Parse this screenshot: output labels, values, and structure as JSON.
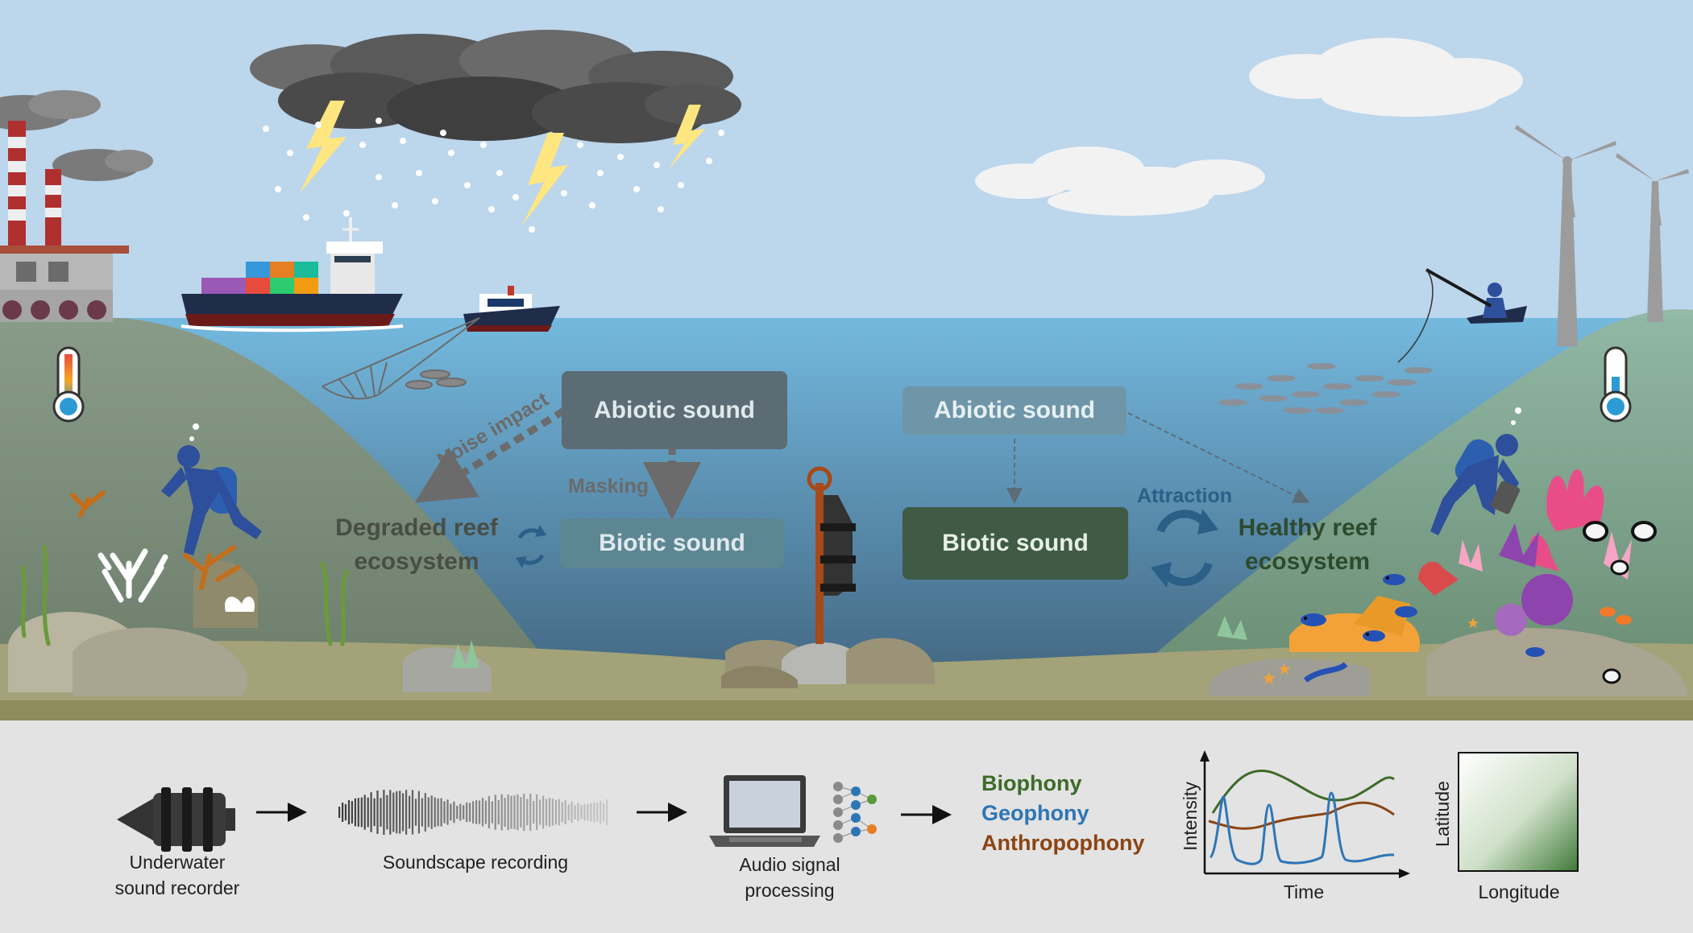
{
  "colors": {
    "sky": "#bcd6ec",
    "ocean_top": "#74b9de",
    "ocean_bottom": "#3e5f78",
    "seabed": "#a3a278",
    "bottom_panel": "#e3e3e3",
    "abiotic_degraded": "#5b6c74",
    "biotic_degraded": "#5d8693",
    "abiotic_healthy": "#6f96a8",
    "biotic_healthy": "#3f5a45",
    "biophony": "#3d6b2a",
    "geophony": "#2e75b6",
    "anthropophony": "#8b4513"
  },
  "degraded": {
    "abiotic": "Abiotic sound",
    "biotic": "Biotic sound",
    "noise_impact": "Noise impact",
    "masking": "Masking",
    "ecosystem_line1": "Degraded reef",
    "ecosystem_line2": "ecosystem"
  },
  "healthy": {
    "abiotic": "Abiotic sound",
    "biotic": "Biotic sound",
    "attraction": "Attraction",
    "ecosystem_line1": "Healthy reef",
    "ecosystem_line2": "ecosystem"
  },
  "workflow": {
    "recorder_line1": "Underwater",
    "recorder_line2": "sound recorder",
    "recording": "Soundscape recording",
    "processing_line1": "Audio signal",
    "processing_line2": "processing",
    "legend": [
      "Biophony",
      "Geophony",
      "Anthropophony"
    ],
    "intensity_chart": {
      "ylabel": "Intensity",
      "xlabel": "Time"
    },
    "map_chart": {
      "ylabel": "Latitude",
      "xlabel": "Longitude"
    }
  },
  "icons": [
    "factory-icon",
    "storm-cloud-icon",
    "cargo-ship-icon",
    "fishing-boat-icon",
    "fishing-net-icon",
    "thermometer-icon",
    "diver-icon",
    "hydrophone-icon",
    "wind-turbine-icon",
    "kayak-fisher-icon",
    "fish-school-icon",
    "coral-icon",
    "cycle-arrows-icon",
    "laptop-icon",
    "neural-network-icon"
  ]
}
